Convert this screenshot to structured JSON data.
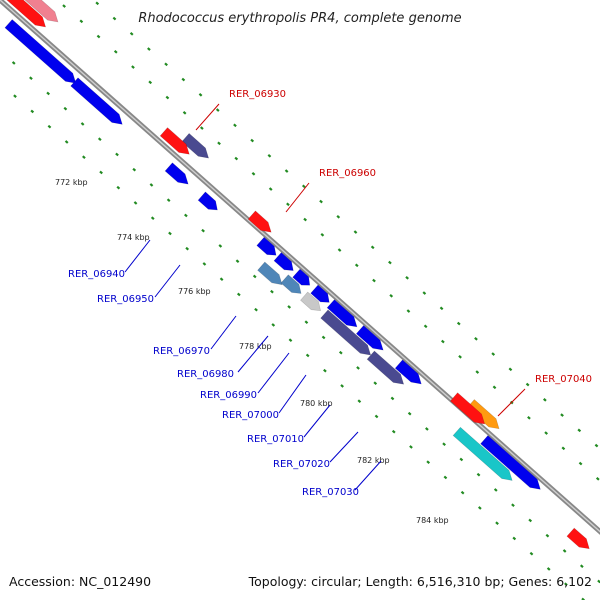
{
  "title": "Rhodococcus erythropolis PR4, complete genome",
  "footer": {
    "accession": "Accession: NC_012490",
    "summary": "Topology: circular; Length: 6,516,310 bp; Genes: 6,102"
  },
  "colors": {
    "blue": "#0000ee",
    "red": "#ff1111",
    "salmon": "#f08090",
    "slate": "#4a4a90",
    "steel": "#4f86b8",
    "silver": "#c8c8c8",
    "orange": "#ff9a10",
    "cyan": "#19c6c8",
    "label_blue": "#0000cc",
    "label_red": "#cc0000",
    "backbone": "#999999",
    "dots": "#228B22"
  },
  "ticks": [
    {
      "label": "772 kbp"
    },
    {
      "label": "774 kbp"
    },
    {
      "label": "776 kbp"
    },
    {
      "label": "778 kbp"
    },
    {
      "label": "780 kbp"
    },
    {
      "label": "782 kbp"
    },
    {
      "label": "784 kbp"
    }
  ],
  "labels": [
    {
      "text": "RER_06930",
      "color": "red"
    },
    {
      "text": "RER_06960",
      "color": "red"
    },
    {
      "text": "RER_07040",
      "color": "red"
    },
    {
      "text": "RER_06940",
      "color": "blue"
    },
    {
      "text": "RER_06950",
      "color": "blue"
    },
    {
      "text": "RER_06970",
      "color": "blue"
    },
    {
      "text": "RER_06980",
      "color": "blue"
    },
    {
      "text": "RER_06990",
      "color": "blue"
    },
    {
      "text": "RER_07000",
      "color": "blue"
    },
    {
      "text": "RER_07010",
      "color": "blue"
    },
    {
      "text": "RER_07020",
      "color": "blue"
    },
    {
      "text": "RER_07030",
      "color": "blue"
    }
  ]
}
